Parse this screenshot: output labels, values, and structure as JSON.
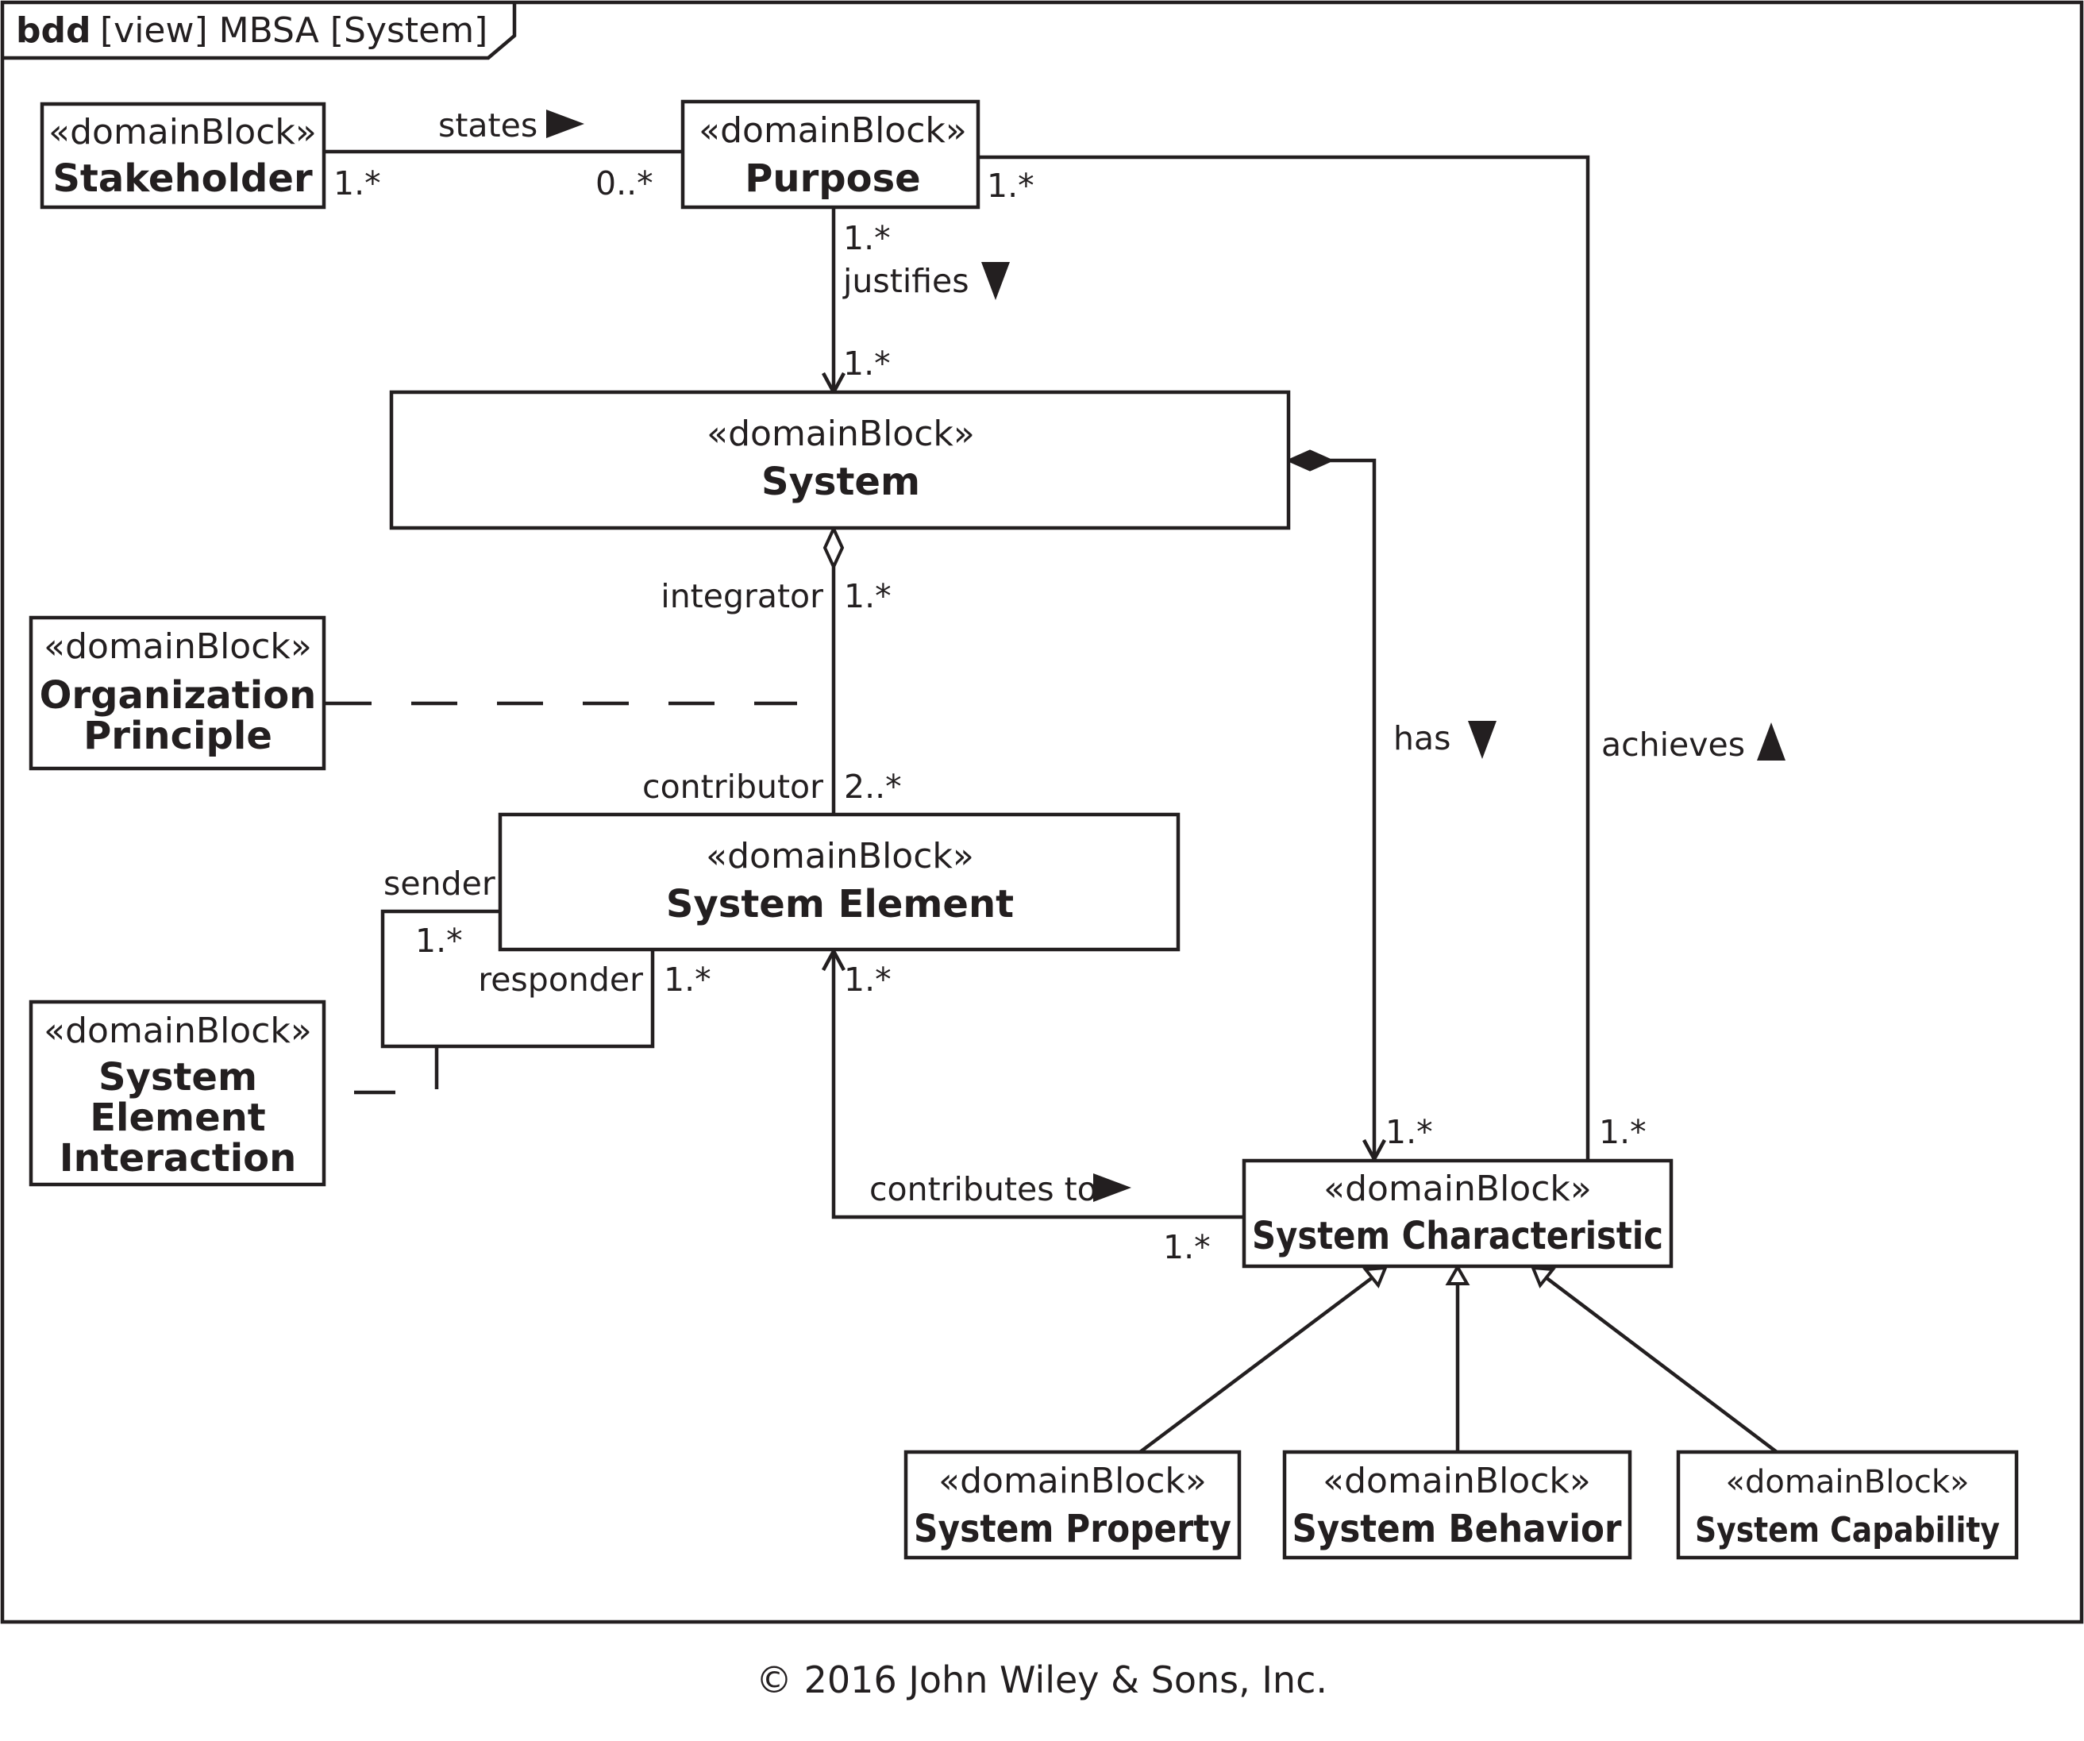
{
  "frame": {
    "keyword": "bdd",
    "title": "[view] MBSA [System]"
  },
  "stereotype": "«domainBlock»",
  "blocks": {
    "stakeholder": [
      "Stakeholder"
    ],
    "purpose": [
      "Purpose"
    ],
    "system": [
      "System"
    ],
    "organization_principle": [
      "Organization",
      "Principle"
    ],
    "system_element": [
      "System Element"
    ],
    "system_element_interaction": [
      "System",
      "Element",
      "Interaction"
    ],
    "system_characteristic": [
      "System Characteristic"
    ],
    "system_property": [
      "System Property"
    ],
    "system_behavior": [
      "System Behavior"
    ],
    "system_capability": [
      "System Capability"
    ]
  },
  "associations": {
    "states": {
      "name": "states",
      "stakeholder_end": "1.*",
      "purpose_end": "0..*"
    },
    "justifies": {
      "name": "justifies",
      "purpose_end": "1.*",
      "system_end": "1.*"
    },
    "achieves": {
      "name": "achieves",
      "purpose_end": "1.*",
      "characteristic_end": "1.*"
    },
    "has": {
      "name": "has",
      "characteristic_end": "1.*"
    },
    "integration": {
      "integrator_role": "integrator",
      "integrator_mult": "1.*",
      "contributor_role": "contributor",
      "contributor_mult": "2..*"
    },
    "interaction": {
      "sender_role": "sender",
      "sender_mult": "1.*",
      "responder_role": "responder",
      "responder_mult": "1.*"
    },
    "contributes_to": {
      "name": "contributes to",
      "element_end": "1.*",
      "characteristic_end": "1.*"
    }
  },
  "copyright": "© 2016 John Wiley & Sons, Inc.",
  "colors": {
    "ink": "#231f20",
    "background": "#ffffff"
  }
}
